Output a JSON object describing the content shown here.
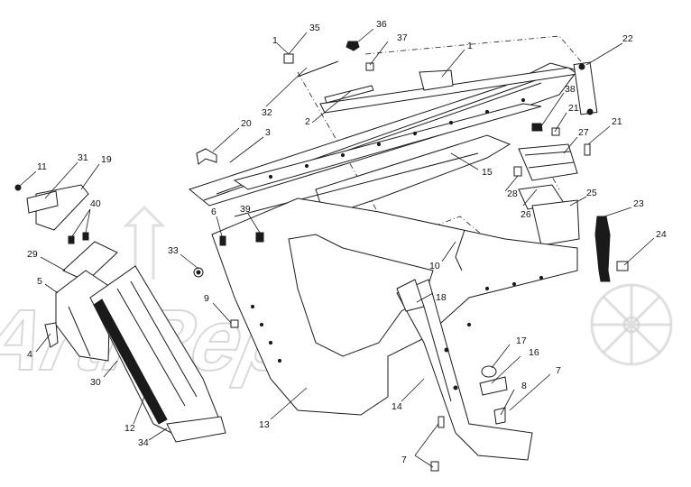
{
  "diagram": {
    "watermark_text": "ArtiRepo",
    "callouts": [
      {
        "id": "c35",
        "label": "35"
      },
      {
        "id": "c36",
        "label": "36"
      },
      {
        "id": "c37",
        "label": "37"
      },
      {
        "id": "c1a",
        "label": "1"
      },
      {
        "id": "c1b",
        "label": "1"
      },
      {
        "id": "c22",
        "label": "22"
      },
      {
        "id": "c32",
        "label": "32"
      },
      {
        "id": "c2",
        "label": "2"
      },
      {
        "id": "c38",
        "label": "38"
      },
      {
        "id": "c21a",
        "label": "21"
      },
      {
        "id": "c21b",
        "label": "21"
      },
      {
        "id": "c20",
        "label": "20"
      },
      {
        "id": "c3",
        "label": "3"
      },
      {
        "id": "c27",
        "label": "27"
      },
      {
        "id": "c15",
        "label": "15"
      },
      {
        "id": "c11",
        "label": "11"
      },
      {
        "id": "c31",
        "label": "31"
      },
      {
        "id": "c19",
        "label": "19"
      },
      {
        "id": "c28",
        "label": "28"
      },
      {
        "id": "c25",
        "label": "25"
      },
      {
        "id": "c40",
        "label": "40"
      },
      {
        "id": "c6",
        "label": "6"
      },
      {
        "id": "c39",
        "label": "39"
      },
      {
        "id": "c26",
        "label": "26"
      },
      {
        "id": "c23",
        "label": "23"
      },
      {
        "id": "c29",
        "label": "29"
      },
      {
        "id": "c33",
        "label": "33"
      },
      {
        "id": "c24",
        "label": "24"
      },
      {
        "id": "c10",
        "label": "10"
      },
      {
        "id": "c5",
        "label": "5"
      },
      {
        "id": "c18",
        "label": "18"
      },
      {
        "id": "c9",
        "label": "9"
      },
      {
        "id": "c4",
        "label": "4"
      },
      {
        "id": "c17",
        "label": "17"
      },
      {
        "id": "c16",
        "label": "16"
      },
      {
        "id": "c30",
        "label": "30"
      },
      {
        "id": "c7a",
        "label": "7"
      },
      {
        "id": "c8",
        "label": "8"
      },
      {
        "id": "c14",
        "label": "14"
      },
      {
        "id": "c13",
        "label": "13"
      },
      {
        "id": "c12",
        "label": "12"
      },
      {
        "id": "c34",
        "label": "34"
      },
      {
        "id": "c7b",
        "label": "7"
      }
    ]
  }
}
